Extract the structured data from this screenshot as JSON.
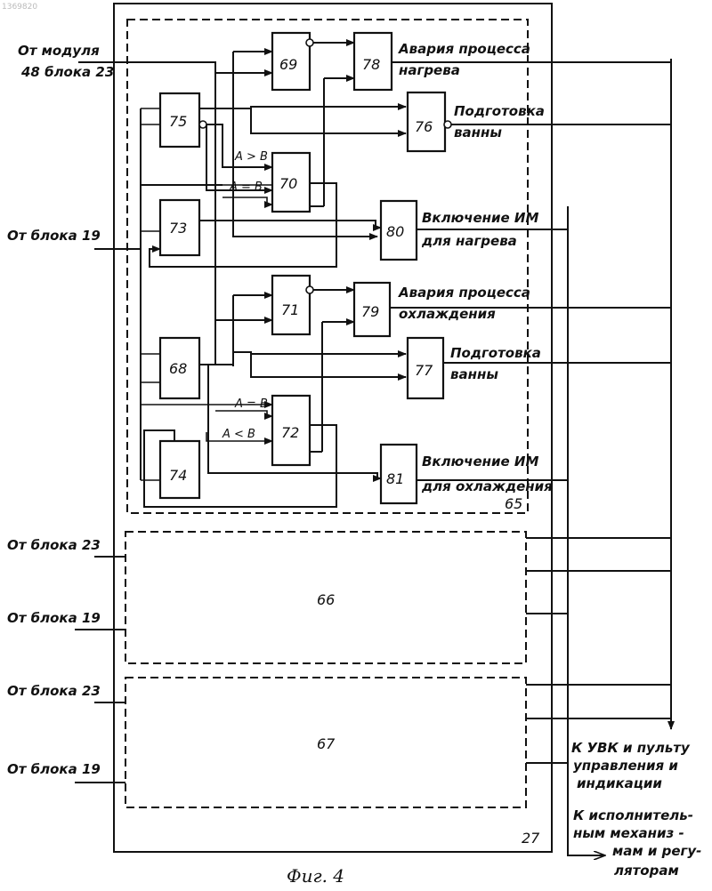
{
  "watermark": "1369820",
  "figure_caption": "Фиг. 4",
  "outer_block": "27",
  "sub_blocks": {
    "b65": "65",
    "b66": "66",
    "b67": "67"
  },
  "blocks": {
    "b68": "68",
    "b69": "69",
    "b70": "70",
    "b71": "71",
    "b72": "72",
    "b73": "73",
    "b74": "74",
    "b75": "75",
    "b76": "76",
    "b77": "77",
    "b78": "78",
    "b79": "79",
    "b80": "80",
    "b81": "81"
  },
  "inputs": {
    "module48_l1": "От модуля",
    "module48_l2": "48 блока 23",
    "block19_top": "От блока 19",
    "block23_66": "От блока 23",
    "block19_66": "От блока 19",
    "block23_67": "От блока 23",
    "block19_67": "От блока 19"
  },
  "outputs": {
    "heat_alarm_l1": "Авария процесса",
    "heat_alarm_l2": "нагрева",
    "prep1_l1": "Подготовка",
    "prep1_l2": "ванны",
    "heat_on_l1": "Включение ИМ",
    "heat_on_l2": "для нагрева",
    "cool_alarm_l1": "Авария процесса",
    "cool_alarm_l2": "охлаждения",
    "prep2_l1": "Подготовка",
    "prep2_l2": "ванны",
    "cool_on_l1": "Включение ИМ",
    "cool_on_l2": "для охлаждения"
  },
  "comparisons": {
    "a_gt_b": "A > B",
    "a_eq_b_top": "A = B",
    "a_eq_b_bottom": "A = B",
    "a_lt_b": "A < B"
  },
  "destinations": {
    "uvk_l1": "К УВК и пульту",
    "uvk_l2": "управления и",
    "uvk_l3": "индикации",
    "act_l1": "К исполнитель-",
    "act_l2": "ным механиз -",
    "act_l3": "мам и регу-",
    "act_l4": "ляторам"
  }
}
